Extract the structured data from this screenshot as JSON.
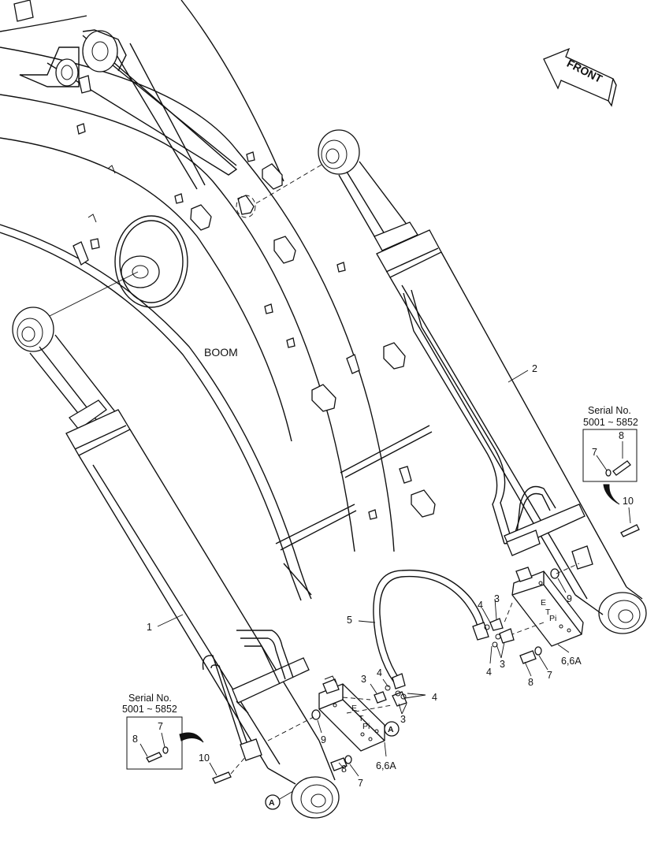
{
  "diagram": {
    "boom_label": "BOOM",
    "front_label": "FRONT",
    "callouts": {
      "n1": "1",
      "n2": "2",
      "n3a": "3",
      "n3b": "3",
      "n3c": "3",
      "n3d": "3",
      "n4a": "4",
      "n4b": "4",
      "n4c": "4",
      "n4d": "4",
      "n5": "5",
      "n6a": "6,6A",
      "n6b": "6,6A",
      "n7a": "7",
      "n7b": "7",
      "n7c": "7",
      "n7d": "7",
      "n8a": "8",
      "n8b": "8",
      "n8c": "8",
      "n8d": "8",
      "n9a": "9",
      "n9b": "9",
      "n10a": "10",
      "n10b": "10"
    },
    "detail_left": {
      "title": "Serial No.",
      "range": "5001 ~ 5852"
    },
    "detail_right": {
      "title": "Serial No.",
      "range": "5001 ~ 5852"
    },
    "port_labels": {
      "e": "E",
      "t": "T",
      "pi": "Pi"
    },
    "ref_mark": "A"
  }
}
